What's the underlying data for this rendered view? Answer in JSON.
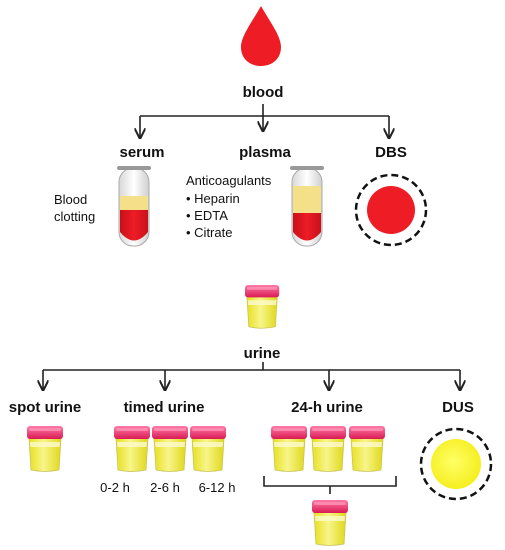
{
  "blood": {
    "label": "blood",
    "branches": {
      "serum": {
        "label": "serum",
        "note_lines": [
          "Blood",
          "clotting"
        ]
      },
      "plasma": {
        "label": "plasma",
        "note_title": "Anticoagulants",
        "anticoagulants": [
          "• Heparin",
          "• EDTA",
          "• Citrate"
        ]
      },
      "dbs": {
        "label": "DBS"
      }
    }
  },
  "urine": {
    "label": "urine",
    "branches": {
      "spot": {
        "label": "spot urine"
      },
      "timed": {
        "label": "timed urine",
        "intervals": [
          "0-2 h",
          "2-6 h",
          "6-12 h"
        ]
      },
      "h24": {
        "label": "24-h urine"
      },
      "dus": {
        "label": "DUS"
      }
    }
  },
  "colors": {
    "blood": "#ee1c25",
    "plasma_yellow": "#f5e08a",
    "urine_yellow": "#f0ea1e",
    "cap_pink": "#e8336a",
    "line": "#222222"
  },
  "icons": {
    "blood_drop": "blood-drop-icon",
    "tube": "test-tube-icon",
    "cup": "urine-cup-icon",
    "dried_spot": "dried-spot-icon"
  }
}
